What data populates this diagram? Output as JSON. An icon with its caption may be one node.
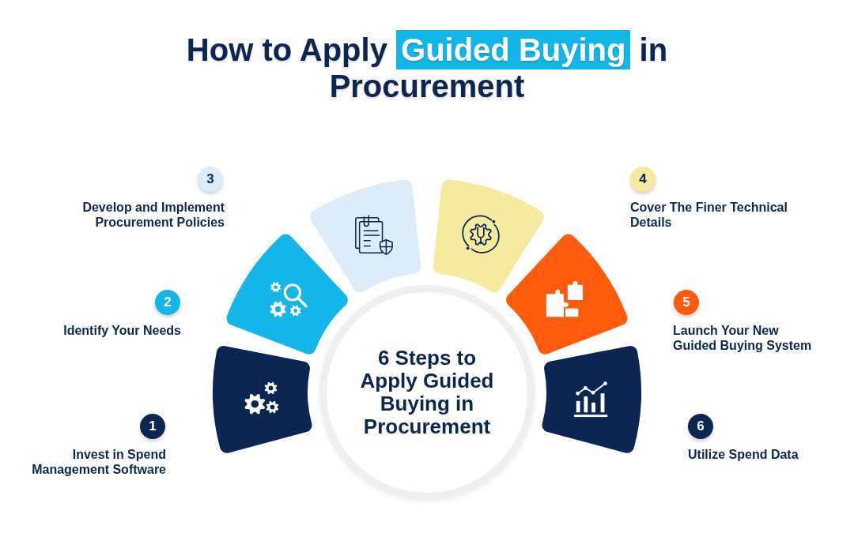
{
  "diagram": {
    "title": "How to Apply **Guided Buying** in Procurement",
    "nodes": [
      {
        "text": [
          "6 Steps to Apply Guided Buying in Procurement"
        ]
      },
      {
        "text": [
          "1"
        ],
        "beside": [
          "Invest in Spend Management Software"
        ]
      },
      {
        "text": [
          "2"
        ],
        "beside": [
          "Identify Your Needs"
        ]
      },
      {
        "text": [
          "3"
        ],
        "beside": [
          "Develop and Implement Procurement Policies"
        ]
      },
      {
        "text": [
          "4"
        ],
        "beside": [
          "Cover The Finer Technical Details"
        ]
      },
      {
        "text": [
          "5"
        ],
        "beside": [
          "Launch Your New Guided Buying System"
        ]
      },
      {
        "text": [
          "6"
        ],
        "beside": [
          "Utilize Spend Data"
        ]
      }
    ]
  }
}
